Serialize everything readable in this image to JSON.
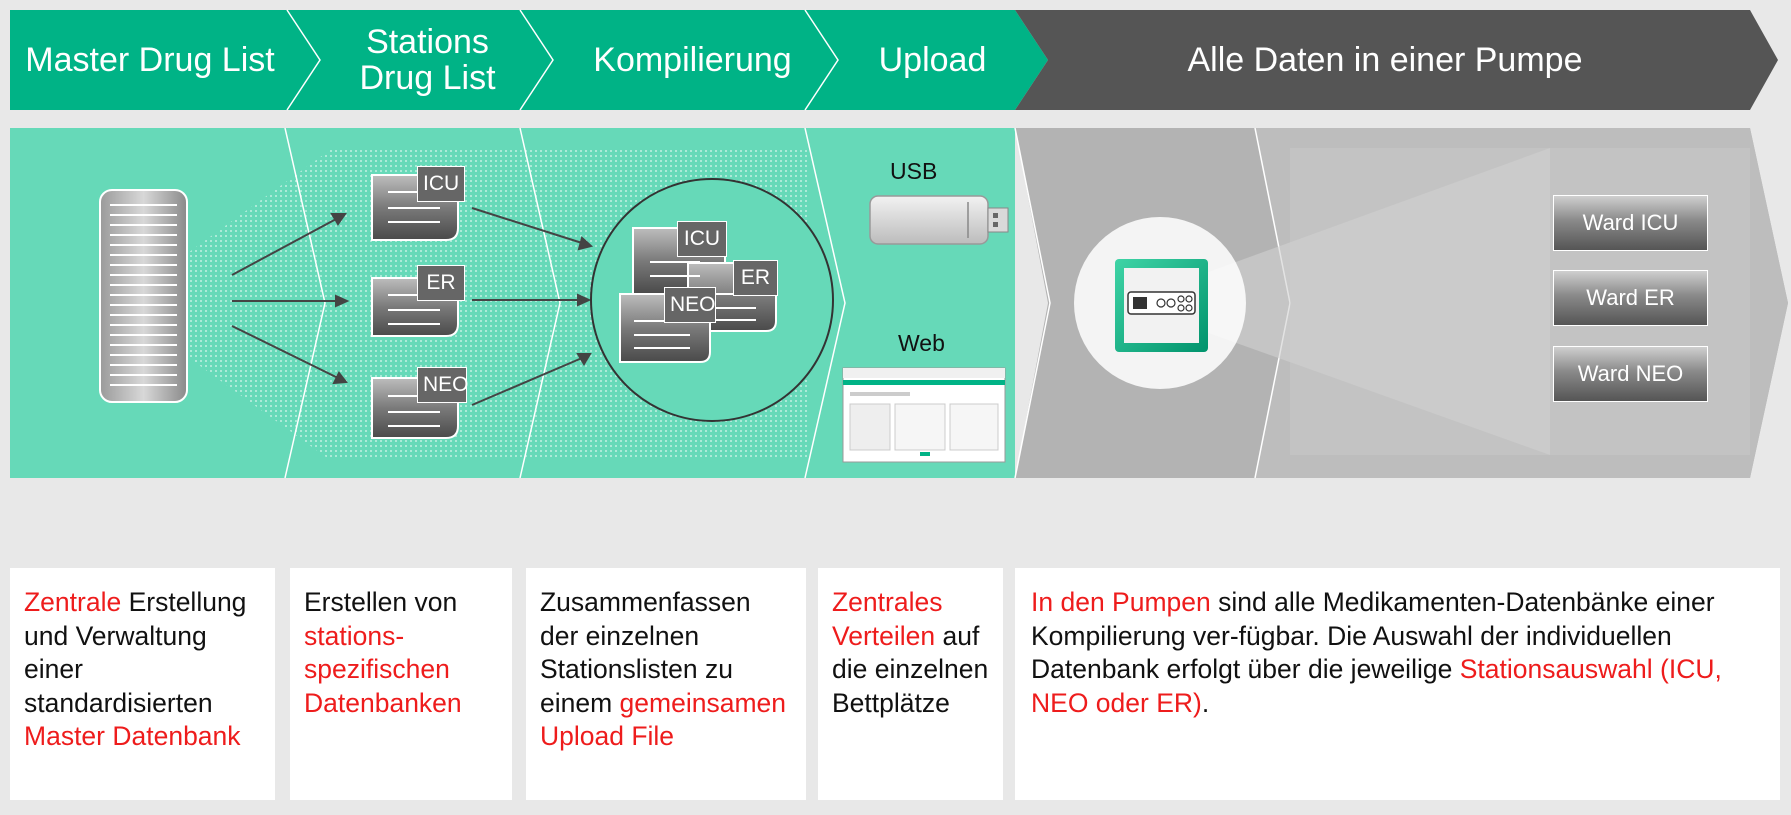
{
  "header": {
    "steps": [
      {
        "label": "Master Drug List"
      },
      {
        "label": "Stations Drug List"
      },
      {
        "label": "Kompilierung"
      },
      {
        "label": "Upload"
      },
      {
        "label": "Alle Daten in einer Pumpe"
      }
    ]
  },
  "tags": {
    "station_icu": "ICU",
    "station_er": "ER",
    "station_neo": "NEO",
    "compiled_icu": "ICU",
    "compiled_er": "ER",
    "compiled_neo": "NEO"
  },
  "upload": {
    "usb_label": "USB",
    "web_label": "Web"
  },
  "wards": [
    "Ward ICU",
    "Ward ER",
    "Ward NEO"
  ],
  "descriptions": [
    [
      {
        "t": "Zentrale",
        "red": true
      },
      {
        "t": " Erstellung und Verwaltung einer standardisierten ",
        "red": false
      },
      {
        "t": "Master Datenbank",
        "red": true
      }
    ],
    [
      {
        "t": "Erstellen von ",
        "red": false
      },
      {
        "t": "stations-spezifischen Datenbanken",
        "red": true
      }
    ],
    [
      {
        "t": "Zusammenfassen der einzelnen Stationslisten zu einem ",
        "red": false
      },
      {
        "t": "gemeinsamen Upload File",
        "red": true
      }
    ],
    [
      {
        "t": "Zentrales Verteilen",
        "red": true
      },
      {
        "t": " auf die einzelnen Bettplätze",
        "red": false
      }
    ],
    [
      {
        "t": "In den Pumpen",
        "red": true
      },
      {
        "t": " sind alle Medikamenten-Datenbänke einer Kompilierung ver-fügbar. Die Auswahl der individuellen Datenbank erfolgt über die jeweilige ",
        "red": false
      },
      {
        "t": "Stationsauswahl (ICU, NEO oder ER)",
        "red": true
      },
      {
        "t": ".",
        "red": false
      }
    ]
  ],
  "colors": {
    "green": "#00b386",
    "light_green": "#66d9b8",
    "dark_gray": "#555555",
    "light_gray": "#b3b3b3",
    "accent_red": "#ee1c1c"
  }
}
